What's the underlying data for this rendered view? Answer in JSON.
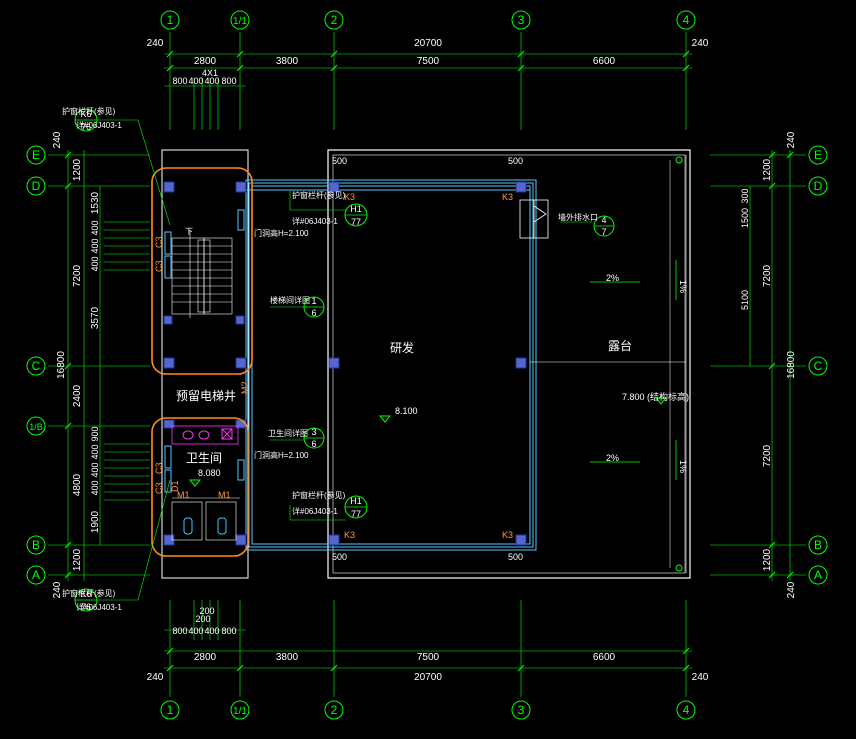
{
  "colors": {
    "background": "#000000",
    "axis_green": "#00ff00",
    "wall_white": "#ffffff",
    "window_cyan": "#55c8ff",
    "highlight_orange": "#ff8c1a",
    "column_blue": "#5566cc",
    "fixture_magenta": "#ff33ff",
    "label_orange": "#ff9933"
  },
  "grid_axes": {
    "vertical": [
      "1",
      "1/1",
      "2",
      "3",
      "4"
    ],
    "horizontal": [
      "E",
      "D",
      "C",
      "1/B",
      "B",
      "A"
    ]
  },
  "dimensions": {
    "top_total": "20700",
    "top_spans": [
      "2800",
      "3800",
      "7500",
      "6600"
    ],
    "top_detail": [
      "800",
      "400",
      "400",
      "800"
    ],
    "top_detail_sub": "4X1",
    "bottom_total": "20700",
    "bottom_spans": [
      "2800",
      "3800",
      "7500",
      "6600"
    ],
    "bottom_detail": [
      "800",
      "400",
      "400",
      "800"
    ],
    "bottom_detail_sub1": "200",
    "bottom_detail_sub2": "200",
    "edge": "240",
    "left_total": "16800",
    "left_spans": [
      "1200",
      "7200",
      "2400",
      "4800",
      "1200"
    ],
    "left_detail_upper": [
      "1530",
      "3570"
    ],
    "left_detail_lower": [
      "900",
      "1900"
    ],
    "left_repeat": "400",
    "right_total": "16800",
    "right_spans": [
      "1200",
      "7200",
      "7200",
      "1200"
    ],
    "right_detail": [
      "300",
      "1500",
      "5100"
    ]
  },
  "rooms": {
    "main_hall": "研发",
    "terrace": "露台",
    "elevator": "预留电梯井",
    "restroom": "卫生间"
  },
  "levels": {
    "main": "8.100",
    "restroom": "8.080",
    "terrace": "7.800 (结构标高)"
  },
  "slopes": {
    "terrace_upper": "2%",
    "terrace_lower": "2%",
    "side": "1%"
  },
  "callouts": {
    "railing_label": "护窗栏杆(参见)",
    "railing_ref": "详#06J403-1",
    "railing_sym_top": "K6",
    "railing_sym_bottom": "76",
    "window_ref_top": "H1",
    "window_ref_bottom": "77",
    "door_note": "门洞高H=2.100",
    "window_k3": "K3",
    "stair_guard": "楼梯间详图",
    "stair_num_top": "1",
    "stair_num_bottom": "6",
    "toilet_detail": "卫生间详图",
    "toilet_num_top": "3",
    "toilet_num_bottom": "6",
    "roof_outlet": "墙外排水口",
    "roof_num_top": "4",
    "roof_num_bottom": "7",
    "stair_down": "下",
    "m1": "M1",
    "m2": "M2",
    "opening_500": "500",
    "c_mark": "C3",
    "d1_mark": "D1"
  }
}
